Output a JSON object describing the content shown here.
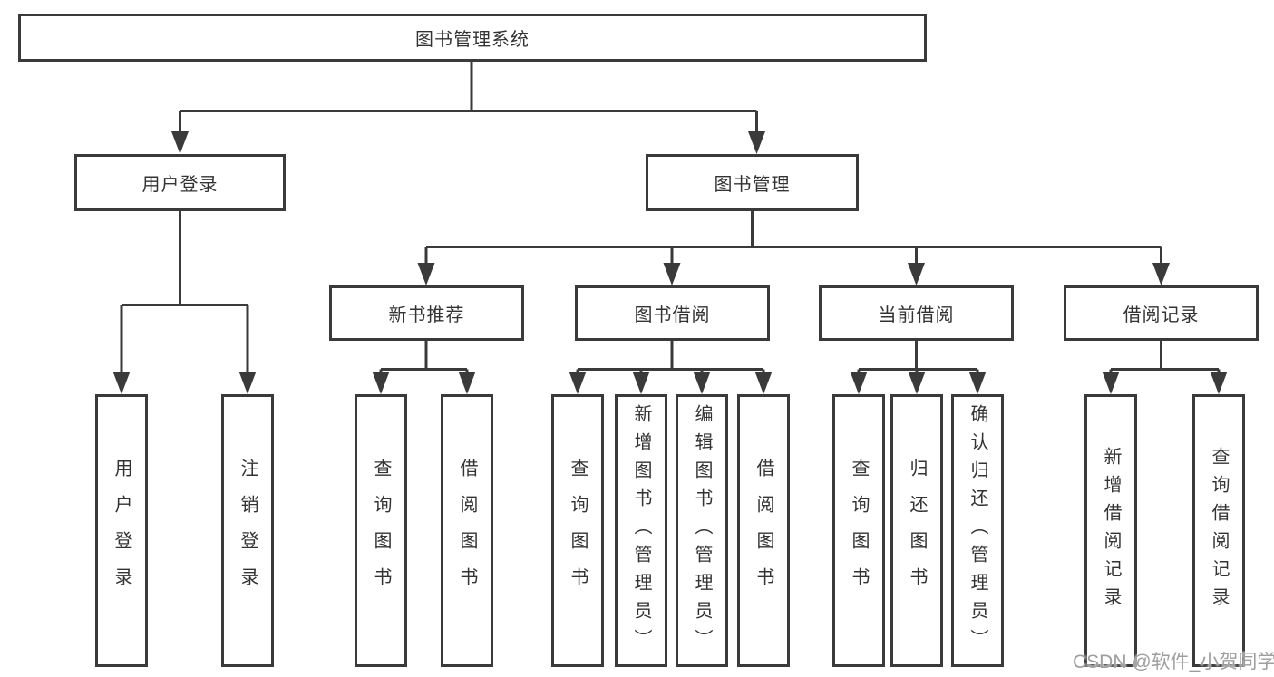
{
  "diagram": {
    "tree": {
      "root": "图书管理系统",
      "branches": [
        {
          "label": "用户登录",
          "leaves": [
            "用户登录",
            "注销登录"
          ]
        },
        {
          "label": "图书管理",
          "sections": [
            {
              "label": "新书推荐",
              "leaves": [
                "查询图书",
                "借阅图书"
              ]
            },
            {
              "label": "图书借阅",
              "leaves": [
                "查询图书",
                "新增图书（管理员）",
                "编辑图书（管理员）",
                "借阅图书"
              ]
            },
            {
              "label": "当前借阅",
              "leaves": [
                "查询图书",
                "归还图书",
                "确认归还（管理员）"
              ]
            },
            {
              "label": "借阅记录",
              "leaves": [
                "新增借阅记录",
                "查询借阅记录"
              ]
            }
          ]
        }
      ]
    },
    "watermark": "CSDN @软件_小贺同学",
    "colors": {
      "line": "#3a3a3a",
      "text": "#333333",
      "watermark": "#9e9e9e",
      "background": "#ffffff"
    }
  }
}
